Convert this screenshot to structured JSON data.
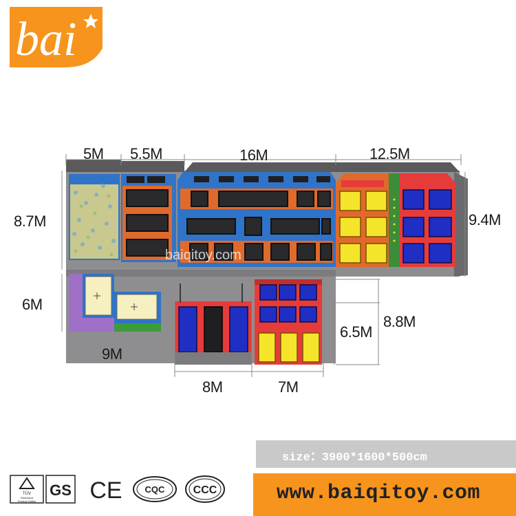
{
  "brand": {
    "logo_text": "bai",
    "colors": {
      "orange": "#f7941d",
      "white": "#ffffff"
    }
  },
  "dimensions": {
    "top_1": "5M",
    "top_2": "5.5M",
    "top_3": "16M",
    "top_4": "12.5M",
    "left_top": "8.7M",
    "right_top": "9.4M",
    "left_mid": "6M",
    "bottom_left": "9M",
    "bottom_mid": "8M",
    "bottom_right": "7M",
    "inner_height": "6.5M",
    "outer_height": "8.8M"
  },
  "watermark": "baiqitoy.com",
  "size_text": "size：3900*1600*500cm",
  "website": "www.baiqitoy.com",
  "certifications": [
    {
      "icon": "tuv-icon",
      "label": "TÜV Rheinland Product Safety"
    },
    {
      "icon": "gs-icon",
      "label": "GS"
    },
    {
      "icon": "ce-icon",
      "label": "CE"
    },
    {
      "icon": "cqc-icon",
      "label": "CQC"
    },
    {
      "icon": "ccc-icon",
      "label": "CCC"
    }
  ]
}
